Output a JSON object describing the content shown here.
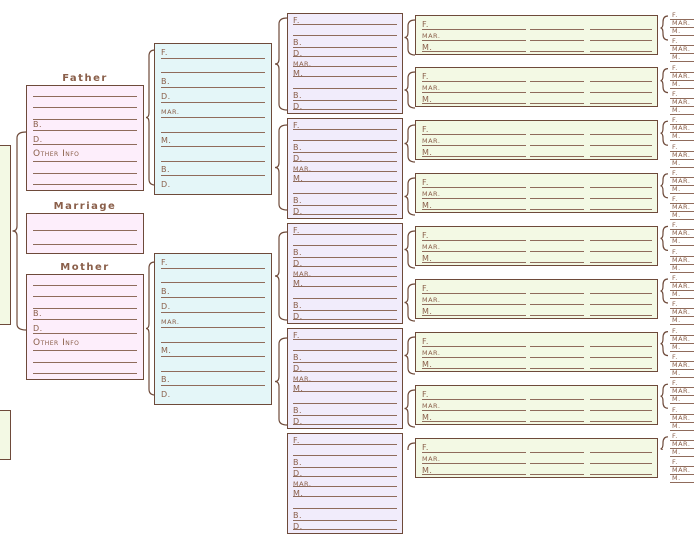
{
  "headings": {
    "father": "Father",
    "marriage": "Marriage",
    "mother": "Mother"
  },
  "labels": {
    "born": "B.",
    "died": "D.",
    "married": "MAR.",
    "father": "F.",
    "mother": "M.",
    "other_info": "Other Info"
  },
  "colors": {
    "parent_box": "#fdeefb",
    "grandparent_box": "#e4f6f8",
    "great_grandparent_box": "#f1ecfb",
    "gg_grandparent_box": "#f3f9e4",
    "outline": "#6e4a3a",
    "text": "#8a5f4a"
  }
}
